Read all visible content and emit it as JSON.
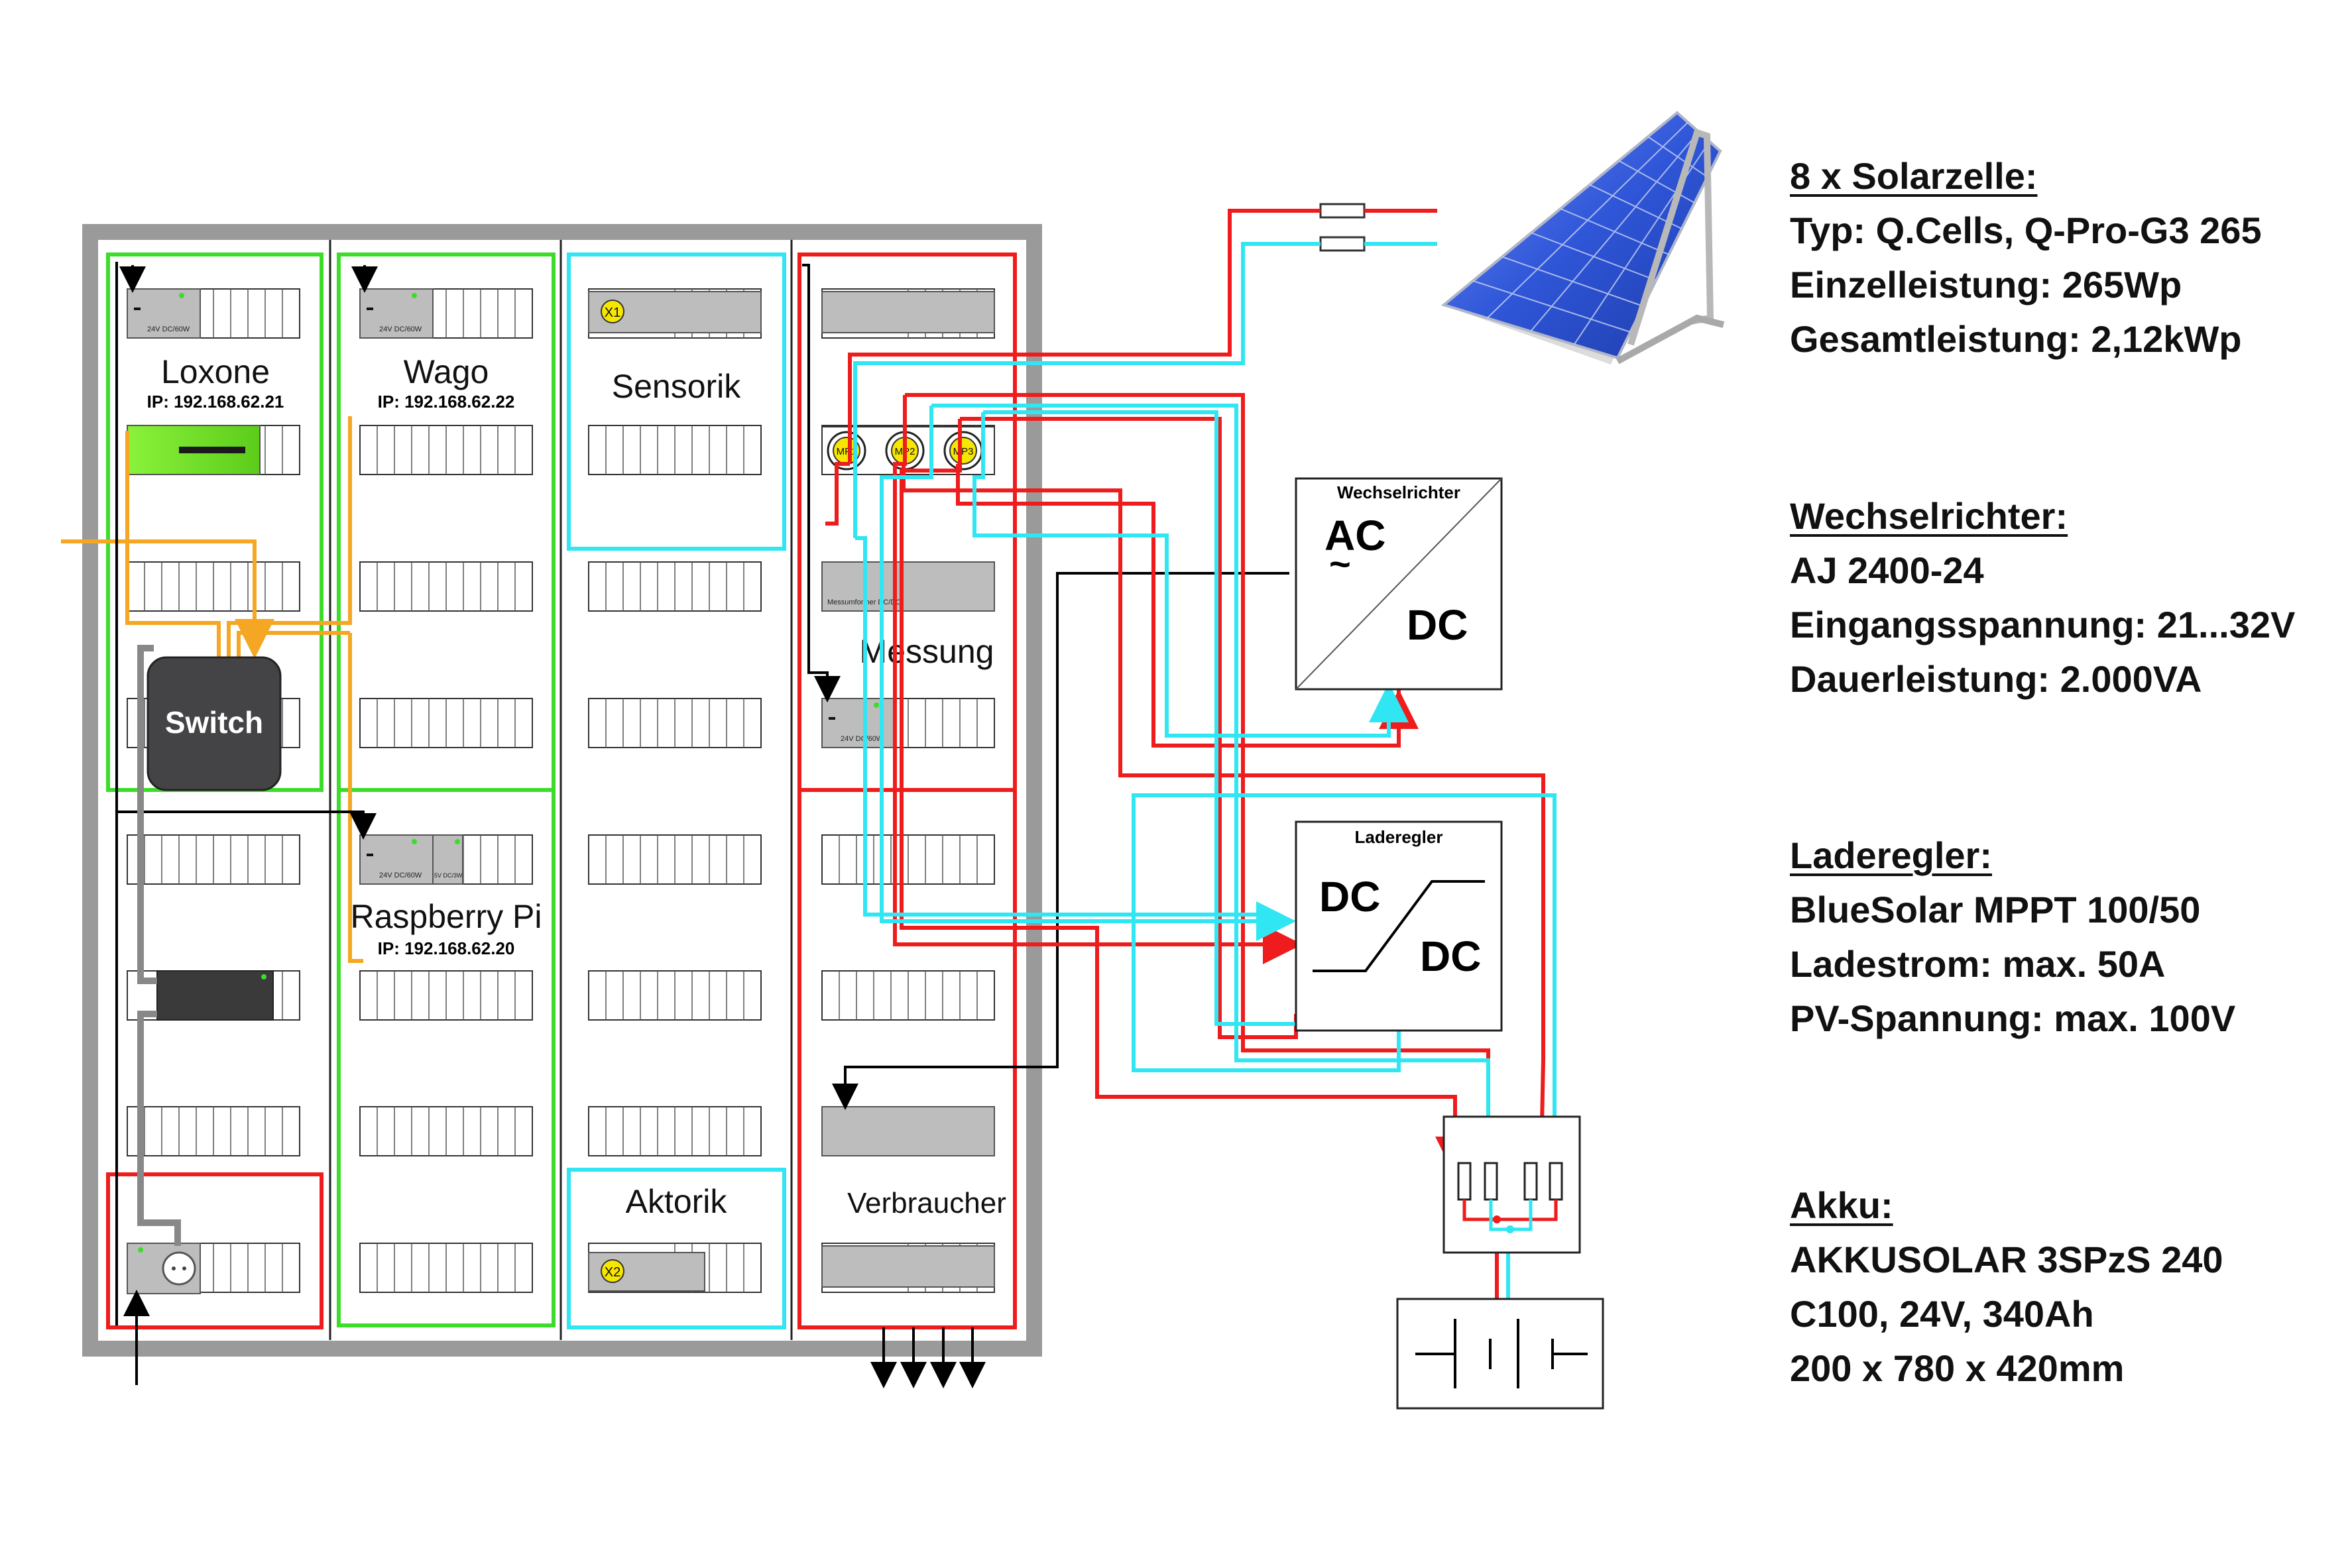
{
  "cabinet": {
    "sections": {
      "loxone": {
        "title": "Loxone",
        "ip": "IP: 192.168.62.21"
      },
      "wago": {
        "title": "Wago",
        "ip": "IP: 192.168.62.22"
      },
      "sensorik": {
        "title": "Sensorik"
      },
      "messung": {
        "title": "Messung"
      },
      "raspberry": {
        "title": "Raspberry Pi",
        "ip": "IP: 192.168.62.20"
      },
      "aktorik": {
        "title": "Aktorik"
      },
      "verbraucher": {
        "title": "Verbraucher"
      }
    },
    "switch_label": "Switch",
    "psu_label": "24V DC/60W",
    "dcdc_label": "5V DC/3W",
    "messumformer_label": "Messumformer DC/DC",
    "terminals": {
      "x1": "X1",
      "x2": "X2"
    },
    "measure_points": [
      "MP1",
      "MP2",
      "MP3"
    ]
  },
  "converters": {
    "inverter": {
      "title": "Wechselrichter",
      "ac": "AC",
      "dc": "DC"
    },
    "charger": {
      "title": "Laderegler",
      "dc_in": "DC",
      "dc_out": "DC"
    }
  },
  "specs": {
    "solar": {
      "title": "8 x Solarzelle:",
      "lines": [
        "Typ: Q.Cells, Q-Pro-G3 265",
        "Einzelleistung: 265Wp",
        "Gesamtleistung: 2,12kWp"
      ]
    },
    "inverter": {
      "title": "Wechselrichter:",
      "lines": [
        "AJ 2400-24",
        "Eingangsspannung: 21...32V",
        "Dauerleistung: 2.000VA"
      ]
    },
    "charger": {
      "title": "Laderegler:",
      "lines": [
        "BlueSolar MPPT 100/50",
        "Ladestrom: max. 50A",
        "PV-Spannung: max. 100V"
      ]
    },
    "battery": {
      "title": "Akku:",
      "lines": [
        "AKKUSOLAR 3SPzS 240",
        "C100, 24V, 340Ah",
        "200 x 780 x 420mm"
      ]
    }
  },
  "colors": {
    "positive": "#ee1c1c",
    "negative": "#2fe6f2",
    "loxone_group": "#3ddc2a",
    "sensor_group": "#2fe6f2",
    "power_group": "#ee1c1c",
    "network": "#f5a623",
    "cabinet_frame": "#9a9a9a"
  }
}
